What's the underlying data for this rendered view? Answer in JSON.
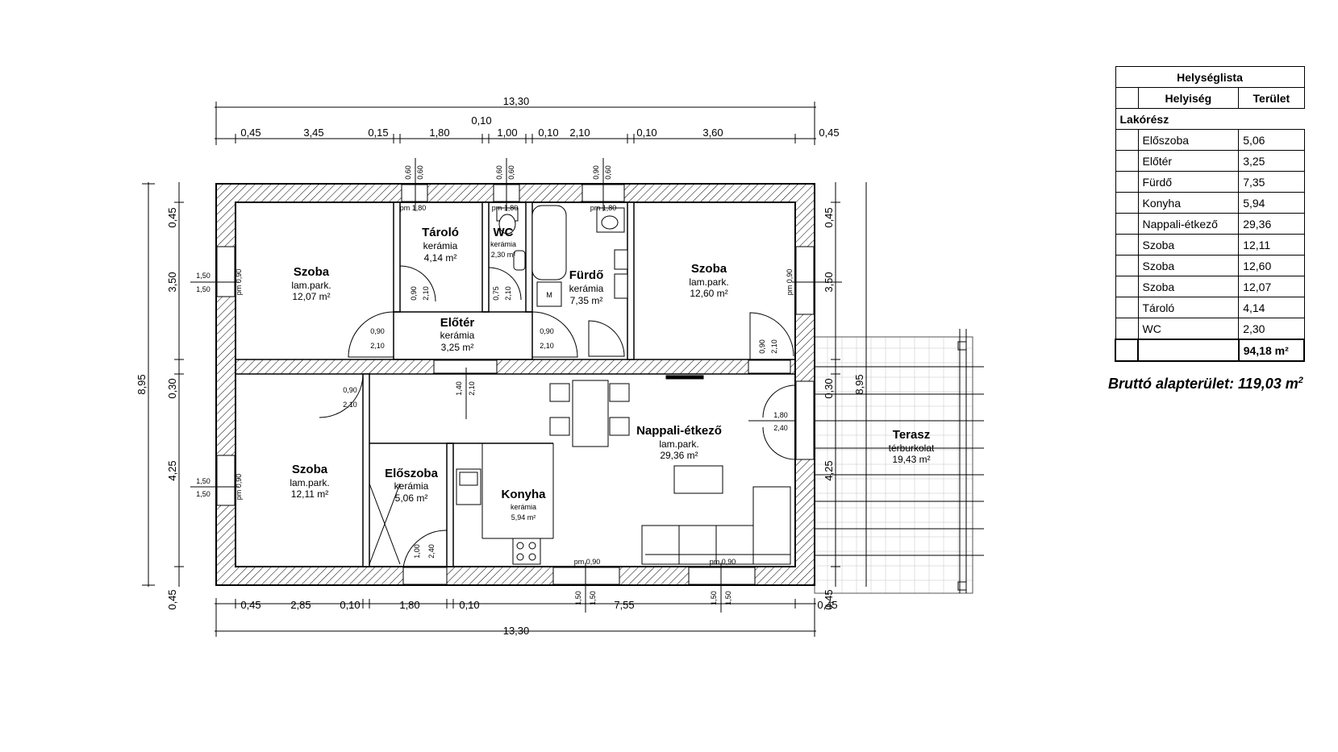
{
  "legend": {
    "title": "Helységlista",
    "col_room": "Helyiség",
    "col_area": "Terület",
    "group": "Lakórész",
    "rows": [
      {
        "name": "Előszoba",
        "area": "5,06"
      },
      {
        "name": "Előtér",
        "area": "3,25"
      },
      {
        "name": "Fürdő",
        "area": "7,35"
      },
      {
        "name": "Konyha",
        "area": "5,94"
      },
      {
        "name": "Nappali-étkező",
        "area": "29,36"
      },
      {
        "name": "Szoba",
        "area": "12,11"
      },
      {
        "name": "Szoba",
        "area": "12,60"
      },
      {
        "name": "Szoba",
        "area": "12,07"
      },
      {
        "name": "Tároló",
        "area": "4,14"
      },
      {
        "name": "WC",
        "area": "2,30"
      }
    ],
    "total": "94,18 m²"
  },
  "brutto": {
    "label": "Bruttó alapterület: 119,03 m",
    "sup": "2"
  },
  "rooms": {
    "szoba1": {
      "name": "Szoba",
      "floor": "lam.park.",
      "area": "12,07 m²"
    },
    "taroló": {
      "name": "Tároló",
      "floor": "kerámia",
      "area": "4,14 m²"
    },
    "wc": {
      "name": "WC",
      "floor": "kerámia",
      "area": "2,30 m²"
    },
    "furdo": {
      "name": "Fürdő",
      "floor": "kerámia",
      "area": "7,35 m²"
    },
    "szoba2": {
      "name": "Szoba",
      "floor": "lam.park.",
      "area": "12,60 m²"
    },
    "eloter": {
      "name": "Előtér",
      "floor": "kerámia",
      "area": "3,25 m²"
    },
    "szoba3": {
      "name": "Szoba",
      "floor": "lam.park.",
      "area": "12,11 m²"
    },
    "eloszoba": {
      "name": "Előszoba",
      "floor": "kerámia",
      "area": "5,06 m²"
    },
    "konyha": {
      "name": "Konyha",
      "floor": "kerámia",
      "area": "5,94 m²"
    },
    "nappali": {
      "name": "Nappali-étkező",
      "floor": "lam.park.",
      "area": "29,36 m²"
    },
    "terasz": {
      "name": "Terasz",
      "floor": "térburkolat",
      "area": "19,43 m²"
    }
  },
  "dims": {
    "total": "13,30",
    "top_inner": "0,10",
    "top": [
      "0,45",
      "3,45",
      "0,15",
      "1,80",
      "1,00",
      "0,10",
      "2,10",
      "0,10",
      "3,60",
      "0,45"
    ],
    "bottom": [
      "0,45",
      "2,85",
      "0,10",
      "1,80",
      "0,10",
      "7,55",
      "0,45"
    ],
    "left_total": "8,95",
    "left": [
      "0,45",
      "3,50",
      "0,30",
      "4,25",
      "0,45"
    ],
    "right": [
      "0,45",
      "3,50",
      "0,30",
      "4,25",
      "0,45"
    ],
    "right_total": "8,95",
    "win_w": "1,50",
    "win_s": "0,90",
    "win_s2": "0,60",
    "pm90": "pm 0,90",
    "pm180": "pm 1,80",
    "d090": "0,90",
    "d210": "2,10",
    "d075": "0,75",
    "d140": "1,40",
    "d180": "1,80",
    "d240": "2,40",
    "d100": "1,00",
    "wc_m": "M"
  }
}
